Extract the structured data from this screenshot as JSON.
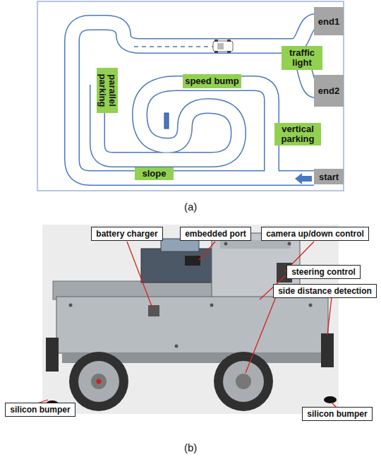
{
  "diagram": {
    "nodes": [
      {
        "text": [
          "end1"
        ]
      },
      {
        "text": [
          "traffic light"
        ]
      },
      {
        "text": [
          "parallel parking"
        ]
      },
      {
        "text": [
          "speed bump"
        ]
      },
      {
        "text": [
          "end2"
        ]
      },
      {
        "text": [
          "vertical parking"
        ]
      },
      {
        "text": [
          "slope"
        ]
      },
      {
        "text": [
          "start"
        ]
      },
      {
        "text": [
          "battery charger"
        ]
      },
      {
        "text": [
          "embedded port"
        ]
      },
      {
        "text": [
          "camera up/down control"
        ]
      },
      {
        "text": [
          "steering control"
        ]
      },
      {
        "text": [
          "side distance detection"
        ]
      },
      {
        "text": [
          "silicon bumper"
        ]
      },
      {
        "text": [
          "silicon bumper"
        ]
      }
    ],
    "labels": [
      "(a)",
      "(b)"
    ]
  }
}
